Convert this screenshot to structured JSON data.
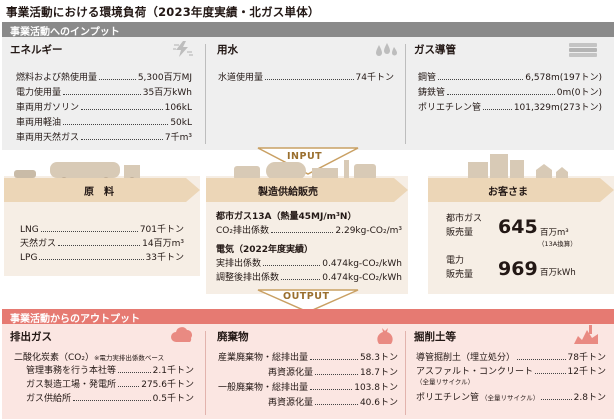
{
  "title": "事業活動における環境負荷（2023年度実績・北ガス単体）",
  "inputs": {
    "heading": "事業活動へのインプット",
    "energy": {
      "title": "エネルギー",
      "rows": [
        {
          "label": "燃料および熱使用量",
          "value": "5,300百万MJ"
        },
        {
          "label": "電力使用量",
          "value": "35百万kWh"
        },
        {
          "label": "車両用ガソリン",
          "value": "106kL"
        },
        {
          "label": "車両用軽油",
          "value": "50kL"
        },
        {
          "label": "車両用天然ガス",
          "value": "7千m³"
        }
      ]
    },
    "water": {
      "title": "用水",
      "rows": [
        {
          "label": "水道使用量",
          "value": "74千トン"
        }
      ]
    },
    "pipes": {
      "title": "ガス導管",
      "rows": [
        {
          "label": "鋼管",
          "value": "6,578m(197トン)"
        },
        {
          "label": "鋳鉄管",
          "value": "0m(0トン)"
        },
        {
          "label": "ポリエチレン管",
          "value": "101,329m(273トン)"
        }
      ]
    }
  },
  "flow": {
    "input_label": "INPUT",
    "output_label": "OUTPUT",
    "materials": {
      "title": "原　料",
      "rows": [
        {
          "label": "LNG",
          "value": "701千トン"
        },
        {
          "label": "天然ガス",
          "value": "14百万m³"
        },
        {
          "label": "LPG",
          "value": "33千トン"
        }
      ]
    },
    "production": {
      "title": "製造供給販売",
      "gas_heading": "都市ガス13A（熱量45MJ/m³N）",
      "gas_rows": [
        {
          "label": "CO₂排出係数",
          "value": "2.29kg-CO₂/m³"
        }
      ],
      "elec_heading": "電気（2022年度実績）",
      "elec_rows": [
        {
          "label": "実排出係数",
          "value": "0.474kg-CO₂/kWh"
        },
        {
          "label": "調整後排出係数",
          "value": "0.474kg-CO₂/kWh"
        }
      ]
    },
    "customers": {
      "title": "お客さま",
      "gas_label_1": "都市ガス",
      "gas_label_2": "販売量",
      "gas_value": "645",
      "gas_unit": "百万m³",
      "gas_note": "（13A換算）",
      "elec_label_1": "電力",
      "elec_label_2": "販売量",
      "elec_value": "969",
      "elec_unit": "百万kWh"
    }
  },
  "outputs": {
    "heading": "事業活動からのアウトプット",
    "emissions": {
      "title": "排出ガス",
      "co2_label": "二酸化炭素（CO₂）",
      "co2_note": "※電力実排出係数ベース",
      "rows": [
        {
          "label": "管理事務を行う本社等",
          "value": "2.1千トン"
        },
        {
          "label": "ガス製造工場・発電所",
          "value": "275.6千トン"
        },
        {
          "label": "ガス供給所",
          "value": "0.5千トン"
        }
      ]
    },
    "waste": {
      "title": "廃棄物",
      "rows": [
        {
          "label": "産業廃棄物・総排出量",
          "value": "58.3トン"
        },
        {
          "label": "再資源化量",
          "value": "18.7トン"
        },
        {
          "label": "一般廃棄物・総排出量",
          "value": "103.8トン"
        },
        {
          "label": "再資源化量",
          "value": "40.6トン"
        }
      ]
    },
    "soil": {
      "title": "掘削土等",
      "row1_label": "導管掘削土（埋立処分）",
      "row1_value": "78千トン",
      "row2_label": "アスファルト・コンクリート",
      "row2_value": "12千トン",
      "row2_note": "（全量リサイクル）",
      "row3_label": "ポリエチレン管",
      "row3_note": "（全量リサイクル）",
      "row3_value": "2.8トン"
    }
  }
}
